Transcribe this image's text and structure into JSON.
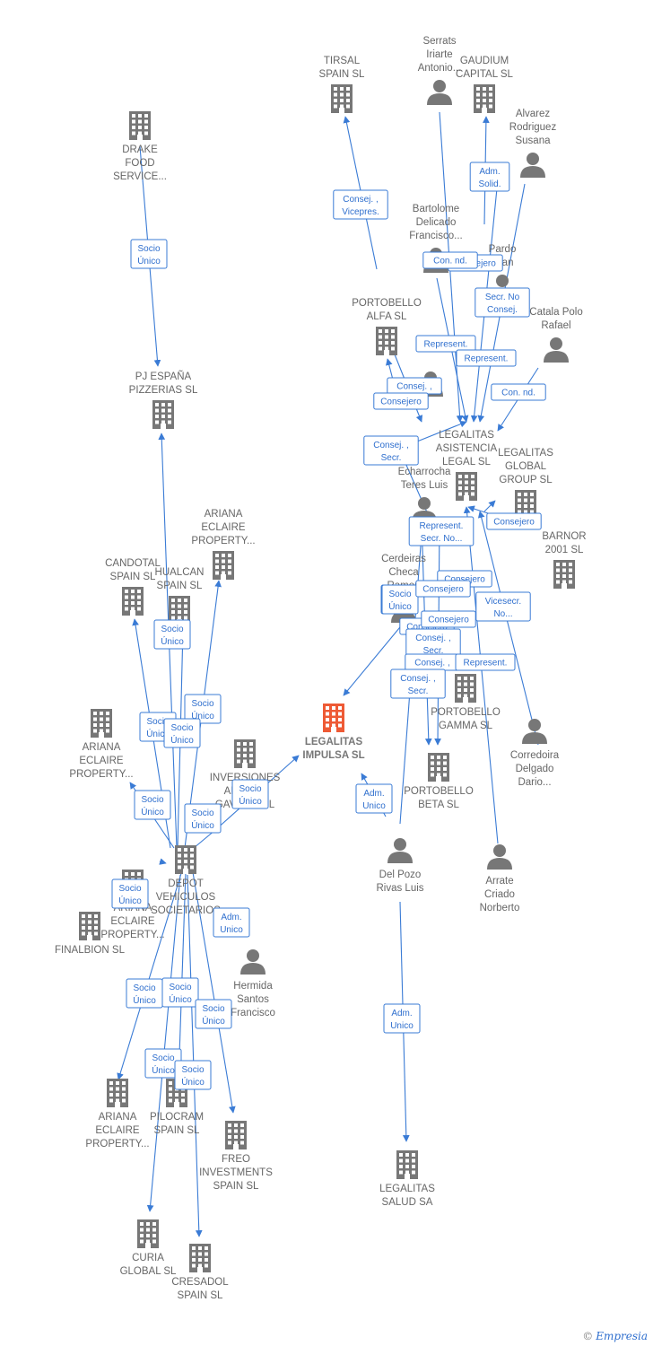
{
  "colors": {
    "edge": "#3a7bd5",
    "building": "#777777",
    "main_building": "#ee5a35",
    "person": "#777777"
  },
  "footer": {
    "copyright": "©",
    "brand": "Empresia"
  },
  "nodes": [
    {
      "id": "drake",
      "kind": "company",
      "icon": "building-icon",
      "label": [
        "DRAKE",
        "FOOD",
        "SERVICE..."
      ]
    },
    {
      "id": "pjespana",
      "kind": "company",
      "icon": "building-icon",
      "label": [
        "PJ ESPAÑA",
        "PIZZERIAS  SL"
      ]
    },
    {
      "id": "ariana1",
      "kind": "company",
      "icon": "building-icon",
      "label": [
        "ARIANA",
        "ECLAIRE",
        "PROPERTY..."
      ]
    },
    {
      "id": "candotal",
      "kind": "company",
      "icon": "building-icon",
      "label": [
        "CANDOTAL",
        "SPAIN  SL"
      ]
    },
    {
      "id": "hualcan",
      "kind": "company",
      "icon": "building-icon",
      "label": [
        "HUALCAN",
        "SPAIN  SL"
      ]
    },
    {
      "id": "ariana2",
      "kind": "company",
      "icon": "building-icon",
      "label": [
        "ARIANA",
        "ECLAIRE",
        "PROPERTY..."
      ]
    },
    {
      "id": "inversiones",
      "kind": "company",
      "icon": "building-icon",
      "label": [
        "INVERSIONES",
        "ALGARA",
        "GAVILAN SL"
      ]
    },
    {
      "id": "depot",
      "kind": "company",
      "icon": "building-icon",
      "label": [
        "DEPOT",
        "VEHICULOS",
        "SOCIETARIOS"
      ]
    },
    {
      "id": "ariana3",
      "kind": "company",
      "icon": "building-icon",
      "label": [
        "ARIANA",
        "ECLAIRE",
        "PROPERTY..."
      ]
    },
    {
      "id": "finalbion",
      "kind": "company",
      "icon": "building-icon",
      "label": [
        "FINALBION  SL"
      ]
    },
    {
      "id": "hermida",
      "kind": "person",
      "icon": "person-icon",
      "label": [
        "Hermida",
        "Santos",
        "Francisco"
      ]
    },
    {
      "id": "ariana4",
      "kind": "company",
      "icon": "building-icon",
      "label": [
        "ARIANA",
        "ECLAIRE",
        "PROPERTY..."
      ]
    },
    {
      "id": "pilocram",
      "kind": "company",
      "icon": "building-icon",
      "label": [
        "PILOCRAM",
        "SPAIN  SL"
      ]
    },
    {
      "id": "freo",
      "kind": "company",
      "icon": "building-icon",
      "label": [
        "FREO",
        "INVESTMENTS",
        "SPAIN  SL"
      ]
    },
    {
      "id": "curia",
      "kind": "company",
      "icon": "building-icon",
      "label": [
        "CURIA",
        "GLOBAL  SL"
      ]
    },
    {
      "id": "cresadol",
      "kind": "company",
      "icon": "building-icon",
      "label": [
        "CRESADOL",
        "SPAIN  SL"
      ]
    },
    {
      "id": "tirsal",
      "kind": "company",
      "icon": "building-icon",
      "label": [
        "TIRSAL",
        "SPAIN  SL"
      ]
    },
    {
      "id": "serrats",
      "kind": "person",
      "icon": "person-icon",
      "label": [
        "Serrats",
        "Iriarte",
        "Antonio..."
      ]
    },
    {
      "id": "gaudium",
      "kind": "company",
      "icon": "building-icon",
      "label": [
        "GAUDIUM",
        "CAPITAL  SL"
      ]
    },
    {
      "id": "alvarez",
      "kind": "person",
      "icon": "person-icon",
      "label": [
        "Alvarez",
        "Rodriguez",
        "Susana"
      ]
    },
    {
      "id": "bartolome",
      "kind": "person",
      "icon": "person-icon",
      "label": [
        "Bartolome",
        "Delicado",
        "Francisco..."
      ]
    },
    {
      "id": "pardo",
      "kind": "person",
      "icon": "person-icon",
      "label": [
        "Pardo",
        "Juan"
      ]
    },
    {
      "id": "catala",
      "kind": "person",
      "icon": "person-icon",
      "label": [
        "Catala Polo",
        "Rafael"
      ]
    },
    {
      "id": "portobelloalfa",
      "kind": "company",
      "icon": "building-icon",
      "label": [
        "PORTOBELLO",
        "ALFA SL"
      ]
    },
    {
      "id": "extraperson",
      "kind": "person",
      "icon": "person-icon",
      "label": []
    },
    {
      "id": "legalitasasist",
      "kind": "company",
      "icon": "building-icon",
      "label": [
        "LEGALITAS",
        "ASISTENCIA",
        "LEGAL SL"
      ]
    },
    {
      "id": "legalitasglobal",
      "kind": "company",
      "icon": "building-icon",
      "label": [
        "LEGALITAS",
        "GLOBAL",
        "GROUP  SL"
      ]
    },
    {
      "id": "echarrocha",
      "kind": "person",
      "icon": "person-icon",
      "label": [
        "Echarrocha",
        "Teres Luis"
      ]
    },
    {
      "id": "barnor",
      "kind": "company",
      "icon": "building-icon",
      "label": [
        "BARNOR",
        "2001  SL"
      ]
    },
    {
      "id": "cerdeiras",
      "kind": "person",
      "icon": "person-icon",
      "label": [
        "Cerdeiras",
        "Checa",
        "Ramon"
      ]
    },
    {
      "id": "portobellogamma",
      "kind": "company",
      "icon": "building-icon",
      "label": [
        "PORTOBELLO",
        "GAMMA SL"
      ]
    },
    {
      "id": "corredoira",
      "kind": "person",
      "icon": "person-icon",
      "label": [
        "Corredoira",
        "Delgado",
        "Dario..."
      ]
    },
    {
      "id": "impulsa",
      "kind": "company_main",
      "icon": "building-icon",
      "label": [
        "LEGALITAS",
        "IMPULSA  SL"
      ]
    },
    {
      "id": "portobellobeta",
      "kind": "company",
      "icon": "building-icon",
      "label": [
        "PORTOBELLO",
        "BETA SL"
      ]
    },
    {
      "id": "delpozo",
      "kind": "person",
      "icon": "person-icon",
      "label": [
        "Del Pozo",
        "Rivas Luis"
      ]
    },
    {
      "id": "arrate",
      "kind": "person",
      "icon": "person-icon",
      "label": [
        "Arrate",
        "Criado",
        "Norberto"
      ]
    },
    {
      "id": "salud",
      "kind": "company",
      "icon": "building-icon",
      "label": [
        "LEGALITAS",
        "SALUD SA"
      ]
    }
  ],
  "tags": [
    {
      "id": "t1",
      "lines": [
        "Socio",
        "Único"
      ]
    },
    {
      "id": "t2",
      "lines": [
        "Socio",
        "Único"
      ]
    },
    {
      "id": "t3",
      "lines": [
        "Socio",
        "Único"
      ]
    },
    {
      "id": "t4",
      "lines": [
        "Socio",
        "Único"
      ]
    },
    {
      "id": "t5",
      "lines": [
        "Socio",
        "Único"
      ]
    },
    {
      "id": "t6",
      "lines": [
        "Socio",
        "Único"
      ]
    },
    {
      "id": "t7",
      "lines": [
        "Socio",
        "Único"
      ]
    },
    {
      "id": "t8",
      "lines": [
        "Socio",
        "Único"
      ]
    },
    {
      "id": "t9",
      "lines": [
        "Socio",
        "Único"
      ]
    },
    {
      "id": "t10",
      "lines": [
        "Socio",
        "Único"
      ]
    },
    {
      "id": "t11",
      "lines": [
        "Adm.",
        "Unico"
      ]
    },
    {
      "id": "t12",
      "lines": [
        "Socio",
        "Único"
      ]
    },
    {
      "id": "t13",
      "lines": [
        "Socio",
        "Único"
      ]
    },
    {
      "id": "t14",
      "lines": [
        "Socio",
        "Único"
      ]
    },
    {
      "id": "t15",
      "lines": [
        "Socio",
        "Único"
      ]
    },
    {
      "id": "t16",
      "lines": [
        "Socio",
        "Único"
      ]
    },
    {
      "id": "t17",
      "lines": [
        "Consej. ,",
        "Vicepres."
      ]
    },
    {
      "id": "t18",
      "lines": [
        "Adm.",
        "Solid."
      ]
    },
    {
      "id": "t19",
      "lines": [
        "Consejero"
      ]
    },
    {
      "id": "t20",
      "lines": [
        "Con.  nd."
      ]
    },
    {
      "id": "t21",
      "lines": [
        "Secr.  No",
        "Consej."
      ]
    },
    {
      "id": "t22",
      "lines": [
        "Represent."
      ]
    },
    {
      "id": "t23",
      "lines": [
        "Represent."
      ]
    },
    {
      "id": "t24",
      "lines": [
        "Consej. ,"
      ]
    },
    {
      "id": "t25",
      "lines": [
        "Consejero"
      ]
    },
    {
      "id": "t26",
      "lines": [
        "Con.  nd."
      ]
    },
    {
      "id": "t27",
      "lines": [
        "Consej. ,",
        "Secr."
      ]
    },
    {
      "id": "t28",
      "lines": [
        "Consejero"
      ]
    },
    {
      "id": "t29",
      "lines": [
        "Represent.",
        "Secr. No..."
      ]
    },
    {
      "id": "t30",
      "lines": [
        "Consejero"
      ]
    },
    {
      "id": "t31",
      "lines": [
        "Socio",
        "Único"
      ]
    },
    {
      "id": "t32",
      "lines": [
        "Consejero"
      ]
    },
    {
      "id": "t33",
      "lines": [
        "Vicesecr.",
        "No..."
      ]
    },
    {
      "id": "t34",
      "lines": [
        "Consejero"
      ]
    },
    {
      "id": "t35",
      "lines": [
        "Consejero"
      ]
    },
    {
      "id": "t36",
      "lines": [
        "Consej. ,",
        "Secr."
      ]
    },
    {
      "id": "t37",
      "lines": [
        "Consej. ,"
      ]
    },
    {
      "id": "t38",
      "lines": [
        "Represent."
      ]
    },
    {
      "id": "t39",
      "lines": [
        "Consej. ,",
        "Secr."
      ]
    },
    {
      "id": "t40",
      "lines": [
        "Adm.",
        "Unico"
      ]
    },
    {
      "id": "t41",
      "lines": [
        "Adm.",
        "Unico"
      ]
    }
  ]
}
